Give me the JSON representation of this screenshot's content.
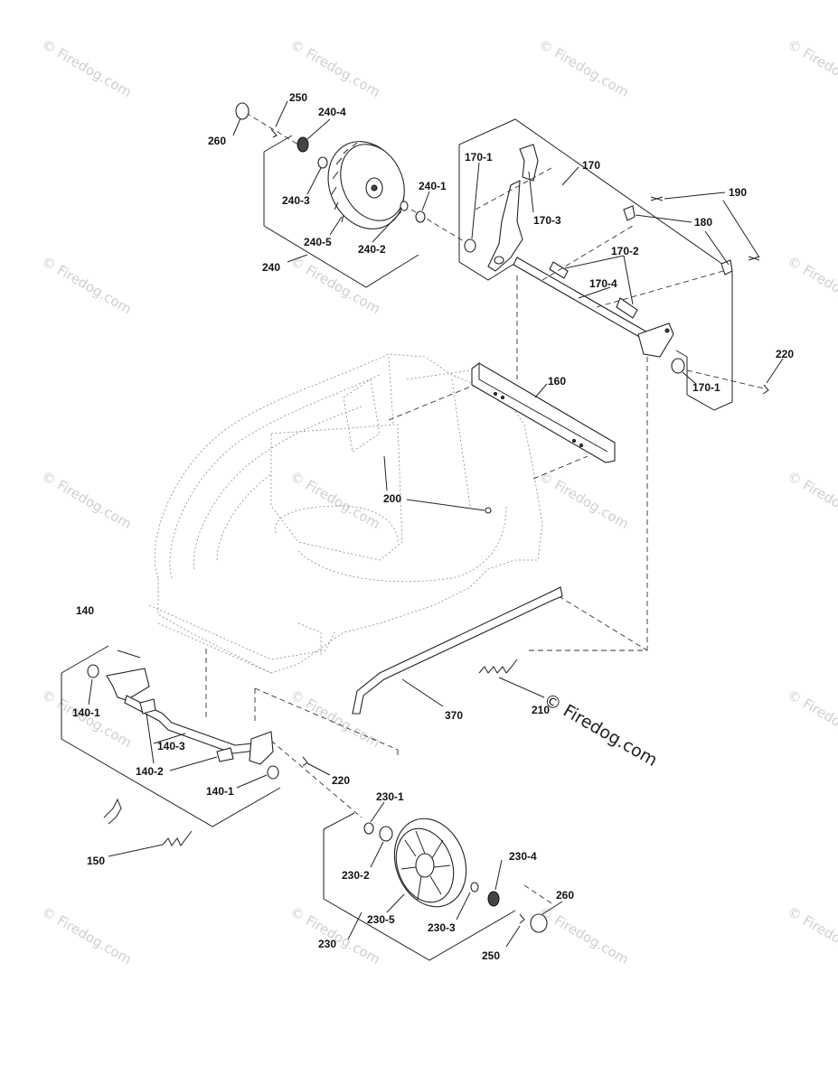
{
  "watermark": "© Firedog.com",
  "brand_mark": "© Firedog.com",
  "labels": {
    "l250a": "250",
    "l260a": "260",
    "l240_4": "240-4",
    "l240_3": "240-3",
    "l240_5": "240-5",
    "l240_2": "240-2",
    "l240_1": "240-1",
    "l240": "240",
    "l170_1a": "170-1",
    "l170": "170",
    "l170_3": "170-3",
    "l190": "190",
    "l180": "180",
    "l170_2": "170-2",
    "l170_4": "170-4",
    "l220a": "220",
    "l170_1b": "170-1",
    "l160": "160",
    "l200": "200",
    "l140": "140",
    "l140_1a": "140-1",
    "l140_3": "140-3",
    "l140_2": "140-2",
    "l140_1b": "140-1",
    "l220b": "220",
    "l370": "370",
    "l210": "210",
    "l150": "150",
    "l230_1": "230-1",
    "l230_2": "230-2",
    "l230_5": "230-5",
    "l230": "230",
    "l230_3": "230-3",
    "l230_4": "230-4",
    "l260b": "260",
    "l250b": "250"
  }
}
